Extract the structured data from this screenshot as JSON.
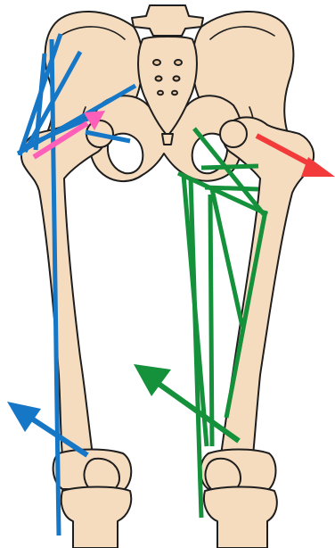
{
  "colors": {
    "bone_fill": "#f6dcbf",
    "bone_outline": "#1e1e1e",
    "muscle_blue": "#1577c6",
    "muscle_green": "#14913a",
    "arrow_pink": "#ff5fb8",
    "arrow_red": "#f23a3a",
    "background": "#ffffff"
  },
  "structures": [
    "pelvis",
    "sacrum",
    "left-femur",
    "right-femur",
    "left-knee",
    "right-knee"
  ],
  "muscle_groups": [
    {
      "id": "lateral",
      "color": "blue"
    },
    {
      "id": "medial",
      "color": "green"
    }
  ],
  "arrows": [
    {
      "id": "blue-arrow",
      "color": "blue"
    },
    {
      "id": "green-arrow",
      "color": "green"
    },
    {
      "id": "pink-arrow",
      "color": "pink"
    },
    {
      "id": "red-arrow",
      "color": "red"
    }
  ]
}
